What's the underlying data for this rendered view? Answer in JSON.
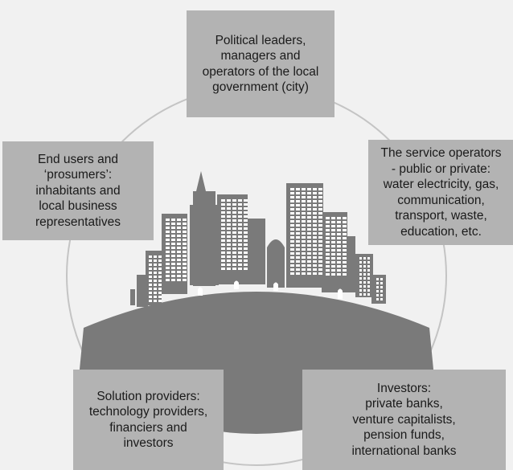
{
  "diagram": {
    "stakeholders": {
      "top": "Political leaders,\nmanagers and\noperators of the local\ngovernment (city)",
      "left": "End users and\n‘prosumers’:\ninhabitants and\nlocal business\nrepresentatives",
      "right": "The service operators\n- public or private:\nwater electricity, gas,\ncommunication,\ntransport, waste,\neducation, etc.",
      "bottom_left": "Solution providers:\ntechnology providers,\nfinanciers and\ninvestors",
      "bottom_right": "Investors:\nprivate banks,\nventure capitalists,\npension funds,\ninternational banks"
    },
    "colors": {
      "background": "#f1f1f1",
      "box_fill": "#b3b3b3",
      "circle_stroke": "#c4c4c4",
      "city_fill": "#7a7a7a",
      "window_fill": "#ffffff"
    }
  }
}
